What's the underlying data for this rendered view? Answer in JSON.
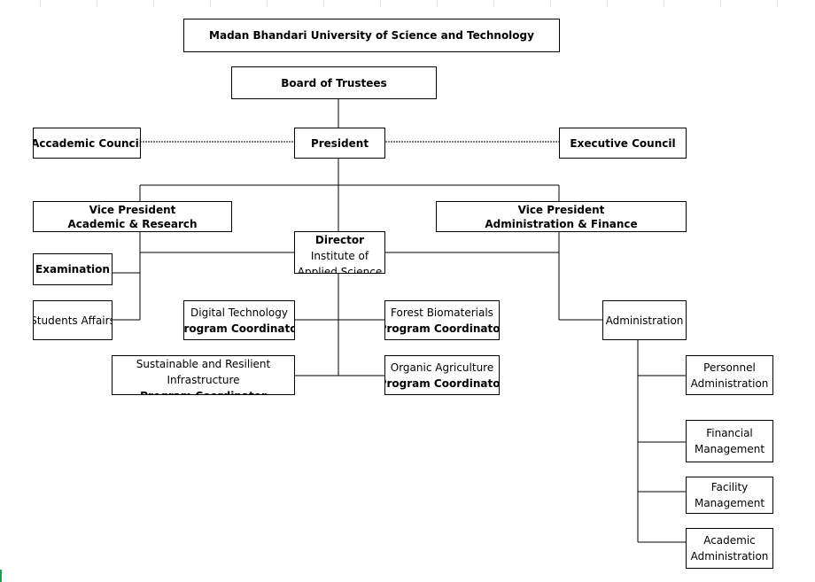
{
  "nodes": {
    "university": {
      "lines": [
        "Madan Bhandari University of Science and Technology"
      ]
    },
    "board": {
      "lines": [
        "Board of Trustees"
      ]
    },
    "academic_council": {
      "lines": [
        "Accademic Council"
      ]
    },
    "president": {
      "lines": [
        "President"
      ]
    },
    "executive_council": {
      "lines": [
        "Executive Council"
      ]
    },
    "vp_academic": {
      "lines": [
        "Vice President",
        "Academic & Research"
      ]
    },
    "vp_admin": {
      "lines": [
        "Vice President",
        "Administration & Finance"
      ]
    },
    "director": {
      "lines": [
        "Director",
        "Institute of",
        "Applied Science"
      ]
    },
    "examination": {
      "lines": [
        "Examination"
      ]
    },
    "students_affairs": {
      "lines": [
        "Students Affairs"
      ]
    },
    "digital_tech": {
      "lines": [
        "Digital Technology",
        "Program Coordinator"
      ]
    },
    "forest_bio": {
      "lines": [
        "Forest Biomaterials",
        "Program Coordinator"
      ]
    },
    "sustainable": {
      "lines": [
        "Sustainable and Resilient",
        "Infrastructure",
        "Program Coordinator"
      ]
    },
    "organic_agri": {
      "lines": [
        "Organic Agriculture",
        "Program Coordinator"
      ]
    },
    "administration": {
      "lines": [
        "Administration"
      ]
    },
    "personnel": {
      "lines": [
        "Personnel",
        "Administration"
      ]
    },
    "financial": {
      "lines": [
        "Financial",
        "Management"
      ]
    },
    "facility": {
      "lines": [
        "Facility",
        "Management"
      ]
    },
    "academic_admin": {
      "lines": [
        "Academic",
        "Administration"
      ]
    }
  },
  "connections": [
    {
      "from": "board",
      "to": "president",
      "style": "solid"
    },
    {
      "from": "president",
      "to": "academic_council",
      "style": "dashed"
    },
    {
      "from": "president",
      "to": "executive_council",
      "style": "dashed"
    },
    {
      "from": "president",
      "to": "vp_academic",
      "style": "solid"
    },
    {
      "from": "president",
      "to": "vp_admin",
      "style": "solid"
    },
    {
      "from": "president",
      "to": "director",
      "style": "solid"
    },
    {
      "from": "vp_academic",
      "to": "examination",
      "style": "solid"
    },
    {
      "from": "vp_academic",
      "to": "students_affairs",
      "style": "solid"
    },
    {
      "from": "vp_admin",
      "to": "administration",
      "style": "solid"
    },
    {
      "from": "director",
      "to": "digital_tech",
      "style": "solid"
    },
    {
      "from": "director",
      "to": "forest_bio",
      "style": "solid"
    },
    {
      "from": "director",
      "to": "sustainable",
      "style": "solid"
    },
    {
      "from": "director",
      "to": "organic_agri",
      "style": "solid"
    },
    {
      "from": "administration",
      "to": "personnel",
      "style": "solid"
    },
    {
      "from": "administration",
      "to": "financial",
      "style": "solid"
    },
    {
      "from": "administration",
      "to": "facility",
      "style": "solid"
    },
    {
      "from": "administration",
      "to": "academic_admin",
      "style": "solid"
    }
  ]
}
